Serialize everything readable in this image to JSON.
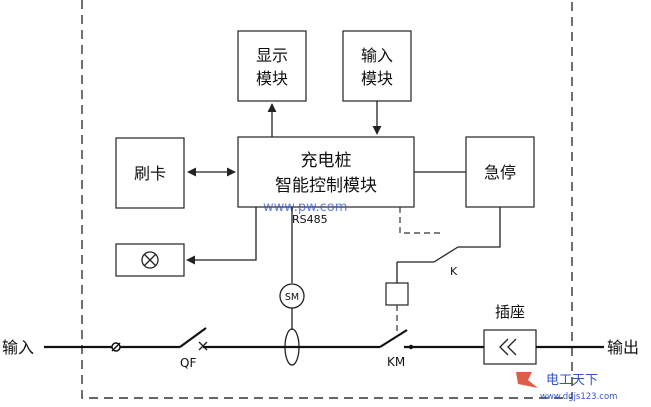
{
  "blocks": {
    "display": [
      "显示",
      "模块"
    ],
    "input_module": [
      "输入",
      "模块"
    ],
    "card_swipe": "刷卡",
    "controller": [
      "充电桩",
      "智能控制模块"
    ],
    "emergency_stop": "急停",
    "socket": "插座"
  },
  "labels": {
    "rs485": "RS485",
    "k": "K",
    "sm": "SM",
    "qf": "QF",
    "km": "KM",
    "mains_input": "输入",
    "output": "输出",
    "watermark_url": "www.pw.com",
    "watermark_brand": "电工天下",
    "watermark_site": "www.dgjs123.com"
  },
  "colors": {
    "line": "#222222",
    "watermark_blue": "#3355cc",
    "watermark_red": "#d9412b"
  }
}
